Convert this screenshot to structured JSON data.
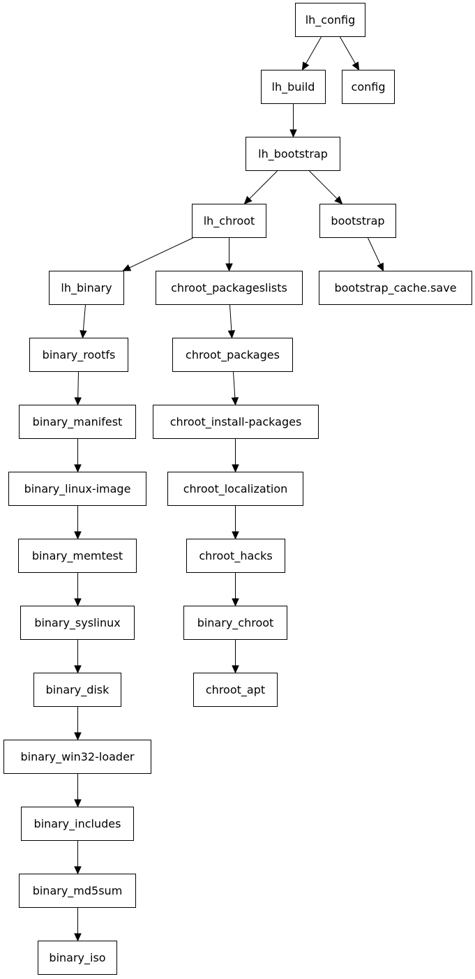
{
  "diagram": {
    "nodes": [
      {
        "id": "lh_config",
        "label": "lh_config"
      },
      {
        "id": "lh_build",
        "label": "lh_build"
      },
      {
        "id": "config",
        "label": "config"
      },
      {
        "id": "lh_bootstrap",
        "label": "lh_bootstrap"
      },
      {
        "id": "lh_chroot",
        "label": "lh_chroot"
      },
      {
        "id": "bootstrap",
        "label": "bootstrap"
      },
      {
        "id": "lh_binary",
        "label": "lh_binary"
      },
      {
        "id": "chroot_packageslists",
        "label": "chroot_packageslists"
      },
      {
        "id": "bootstrap_cache_save",
        "label": "bootstrap_cache.save"
      },
      {
        "id": "binary_rootfs",
        "label": "binary_rootfs"
      },
      {
        "id": "chroot_packages",
        "label": "chroot_packages"
      },
      {
        "id": "binary_manifest",
        "label": "binary_manifest"
      },
      {
        "id": "chroot_install_packages",
        "label": "chroot_install-packages"
      },
      {
        "id": "binary_linux_image",
        "label": "binary_linux-image"
      },
      {
        "id": "chroot_localization",
        "label": "chroot_localization"
      },
      {
        "id": "binary_memtest",
        "label": "binary_memtest"
      },
      {
        "id": "chroot_hacks",
        "label": "chroot_hacks"
      },
      {
        "id": "binary_syslinux",
        "label": "binary_syslinux"
      },
      {
        "id": "binary_chroot",
        "label": "binary_chroot"
      },
      {
        "id": "binary_disk",
        "label": "binary_disk"
      },
      {
        "id": "chroot_apt",
        "label": "chroot_apt"
      },
      {
        "id": "binary_win32_loader",
        "label": "binary_win32-loader"
      },
      {
        "id": "binary_includes",
        "label": "binary_includes"
      },
      {
        "id": "binary_md5sum",
        "label": "binary_md5sum"
      },
      {
        "id": "binary_iso",
        "label": "binary_iso"
      }
    ],
    "edges": [
      {
        "from": "lh_config",
        "to": "lh_build"
      },
      {
        "from": "lh_config",
        "to": "config"
      },
      {
        "from": "lh_build",
        "to": "lh_bootstrap"
      },
      {
        "from": "lh_bootstrap",
        "to": "lh_chroot"
      },
      {
        "from": "lh_bootstrap",
        "to": "bootstrap"
      },
      {
        "from": "lh_chroot",
        "to": "lh_binary"
      },
      {
        "from": "lh_chroot",
        "to": "chroot_packageslists"
      },
      {
        "from": "bootstrap",
        "to": "bootstrap_cache_save"
      },
      {
        "from": "lh_binary",
        "to": "binary_rootfs"
      },
      {
        "from": "binary_rootfs",
        "to": "binary_manifest"
      },
      {
        "from": "binary_manifest",
        "to": "binary_linux_image"
      },
      {
        "from": "binary_linux_image",
        "to": "binary_memtest"
      },
      {
        "from": "binary_memtest",
        "to": "binary_syslinux"
      },
      {
        "from": "binary_syslinux",
        "to": "binary_disk"
      },
      {
        "from": "binary_disk",
        "to": "binary_win32_loader"
      },
      {
        "from": "binary_win32_loader",
        "to": "binary_includes"
      },
      {
        "from": "binary_includes",
        "to": "binary_md5sum"
      },
      {
        "from": "binary_md5sum",
        "to": "binary_iso"
      },
      {
        "from": "chroot_packageslists",
        "to": "chroot_packages"
      },
      {
        "from": "chroot_packages",
        "to": "chroot_install_packages"
      },
      {
        "from": "chroot_install_packages",
        "to": "chroot_localization"
      },
      {
        "from": "chroot_localization",
        "to": "chroot_hacks"
      },
      {
        "from": "chroot_hacks",
        "to": "binary_chroot"
      },
      {
        "from": "binary_chroot",
        "to": "chroot_apt"
      }
    ]
  }
}
